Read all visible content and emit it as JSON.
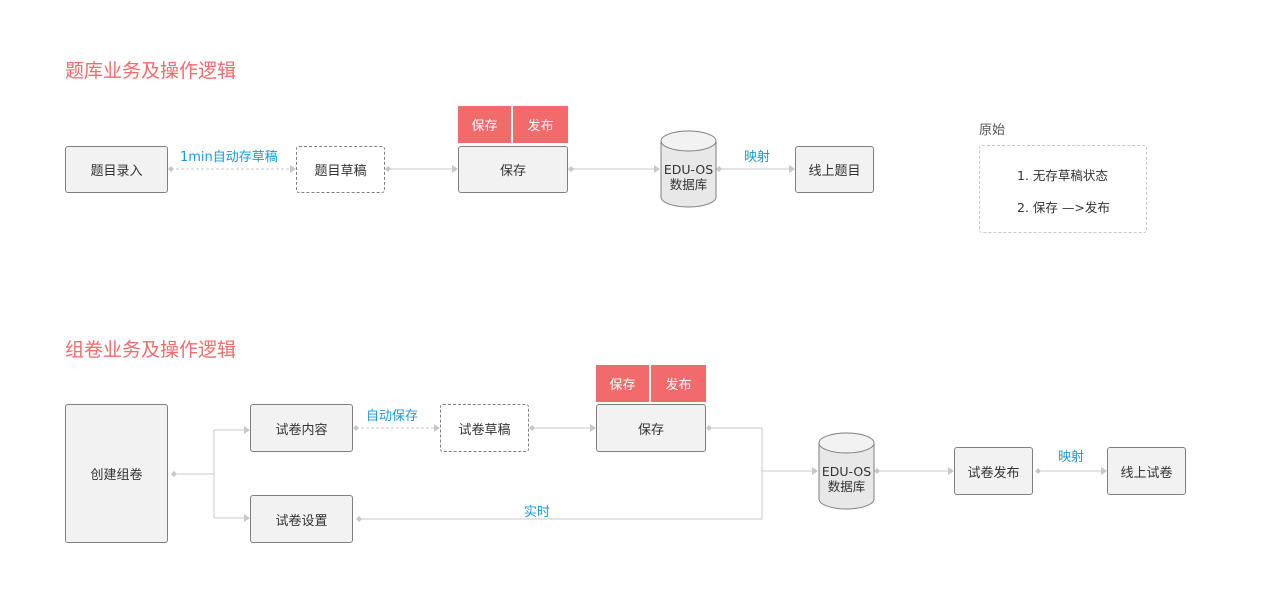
{
  "section1": {
    "title": "题库业务及操作逻辑",
    "nodes": {
      "entry": "题目录入",
      "draft": "题目草稿",
      "save": "保存",
      "db_line1": "EDU-OS",
      "db_line2": "数据库",
      "online": "线上题目"
    },
    "tags": {
      "save": "保存",
      "publish": "发布"
    },
    "edges": {
      "autosave": "1min自动存草稿",
      "mapping": "映射"
    }
  },
  "note": {
    "title": "原始",
    "items": [
      "1. 无存草稿状态",
      "2. 保存 —>发布"
    ]
  },
  "section2": {
    "title": "组卷业务及操作逻辑",
    "nodes": {
      "create": "创建组卷",
      "content": "试卷内容",
      "draft": "试卷草稿",
      "save": "保存",
      "settings": "试卷设置",
      "db_line1": "EDU-OS",
      "db_line2": "数据库",
      "publish": "试卷发布",
      "online": "线上试卷"
    },
    "tags": {
      "save": "保存",
      "publish": "发布"
    },
    "edges": {
      "autosave": "自动保存",
      "realtime": "实时",
      "mapping": "映射"
    }
  },
  "colors": {
    "title": "#f06b6b",
    "tag": "#f26b6b",
    "edge_label": "#1a9ad6",
    "node_fill": "#f2f2f2",
    "node_border": "#7f7f7f",
    "connector": "#c8c8c8"
  }
}
